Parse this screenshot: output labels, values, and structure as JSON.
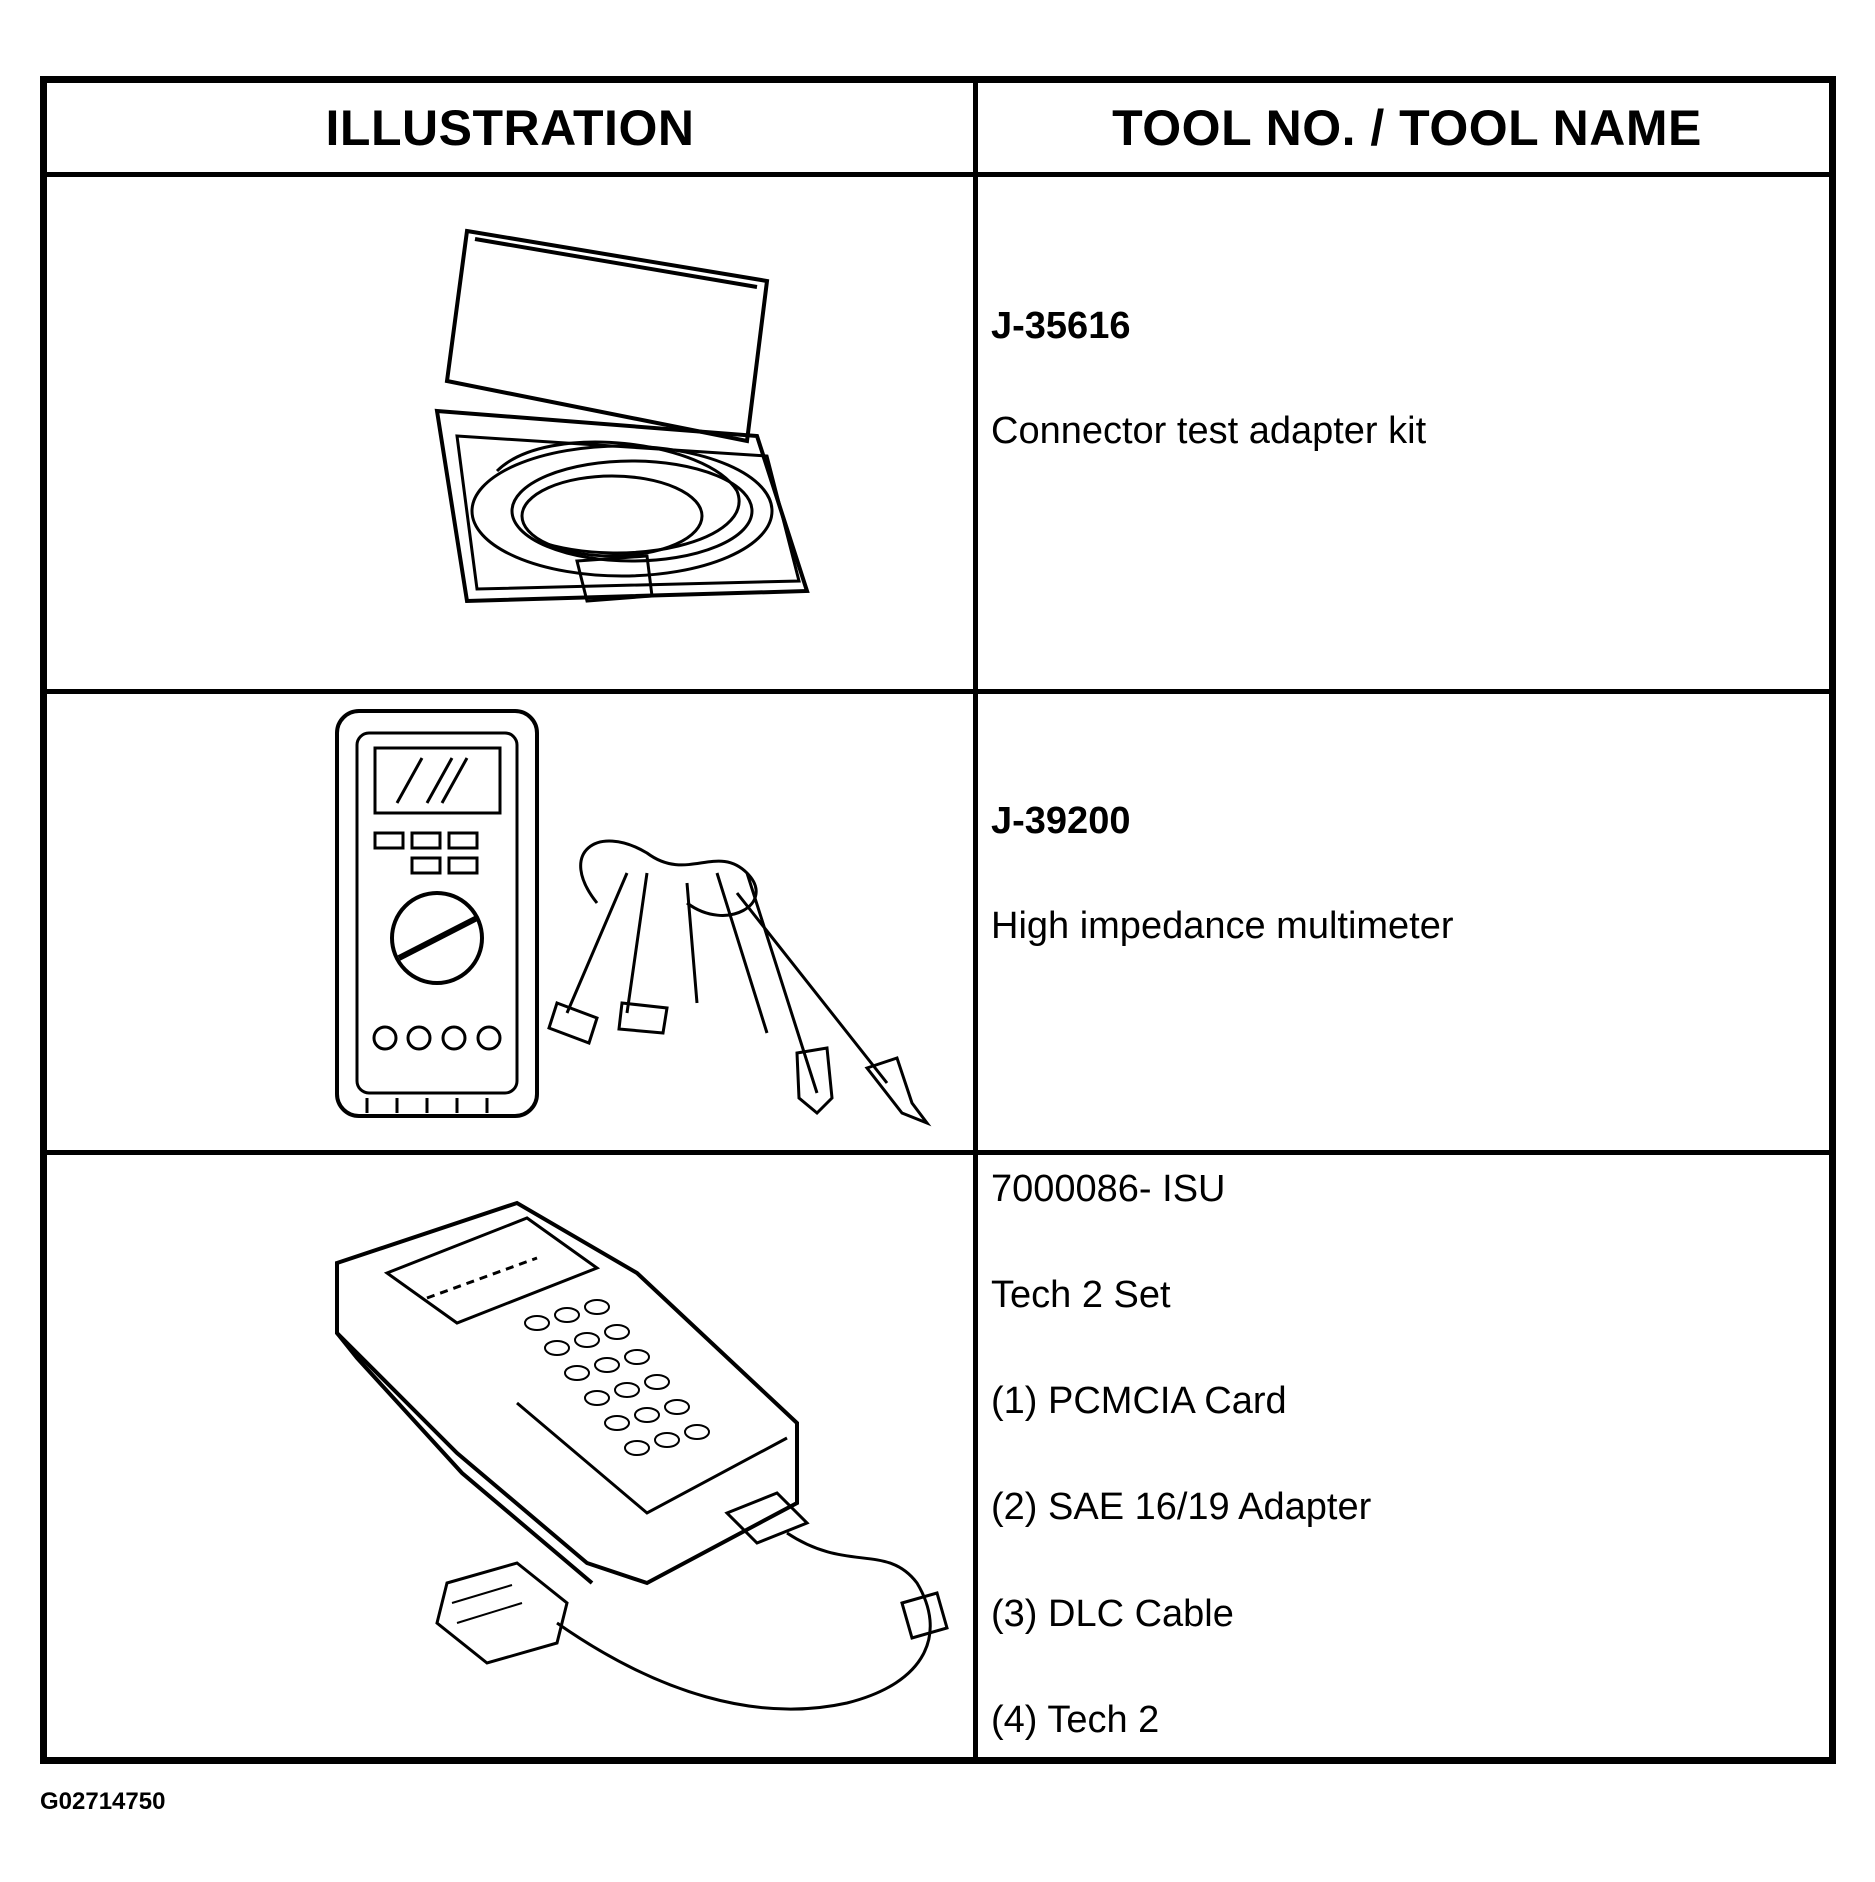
{
  "table": {
    "headers": {
      "illustration": "ILLUSTRATION",
      "tool": "TOOL NO. / TOOL NAME"
    },
    "rows": [
      {
        "illustration_icon": "connector-test-adapter-kit-icon",
        "tool_no": "J-35616",
        "tool_name": "Connector test adapter kit"
      },
      {
        "illustration_icon": "multimeter-icon",
        "tool_no": "J-39200",
        "tool_name": "High impedance multimeter"
      },
      {
        "illustration_icon": "tech2-scan-tool-icon",
        "tool_no": "7000086- ISU",
        "tool_name": "Tech 2 Set",
        "items": [
          "(1) PCMCIA Card",
          "(2) SAE 16/19 Adapter",
          "(3) DLC Cable",
          "(4) Tech 2"
        ]
      }
    ]
  },
  "figure_id": "G02714750"
}
